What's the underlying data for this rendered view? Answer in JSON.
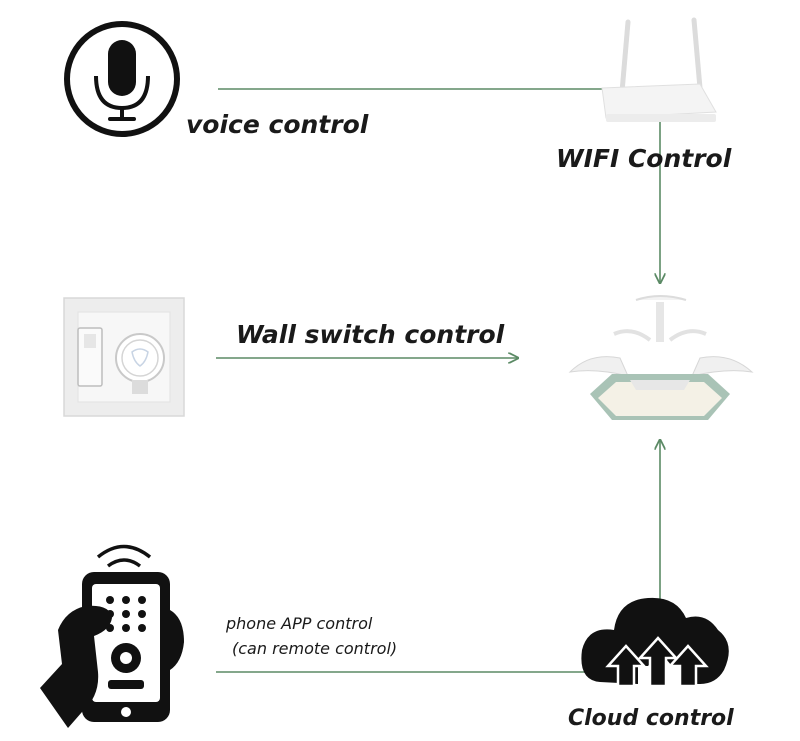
{
  "labels": {
    "voice": "voice control",
    "wifi": "WIFI Control",
    "wall": "Wall switch control",
    "phone_line1": "phone APP control",
    "phone_line2": "(can remote control)",
    "cloud": "Cloud control"
  },
  "colors": {
    "connector": "#5b8a65",
    "icon": "#111111",
    "lamp_ring": "#a9c3b6",
    "switch_plate": "#eeeeee"
  },
  "icons": {
    "voice": "microphone-icon",
    "wifi": "router-icon",
    "wall": "wall-switch-icon",
    "phone": "phone-remote-icon",
    "cloud": "cloud-upload-icon",
    "fan": "ceiling-fan-icon"
  }
}
